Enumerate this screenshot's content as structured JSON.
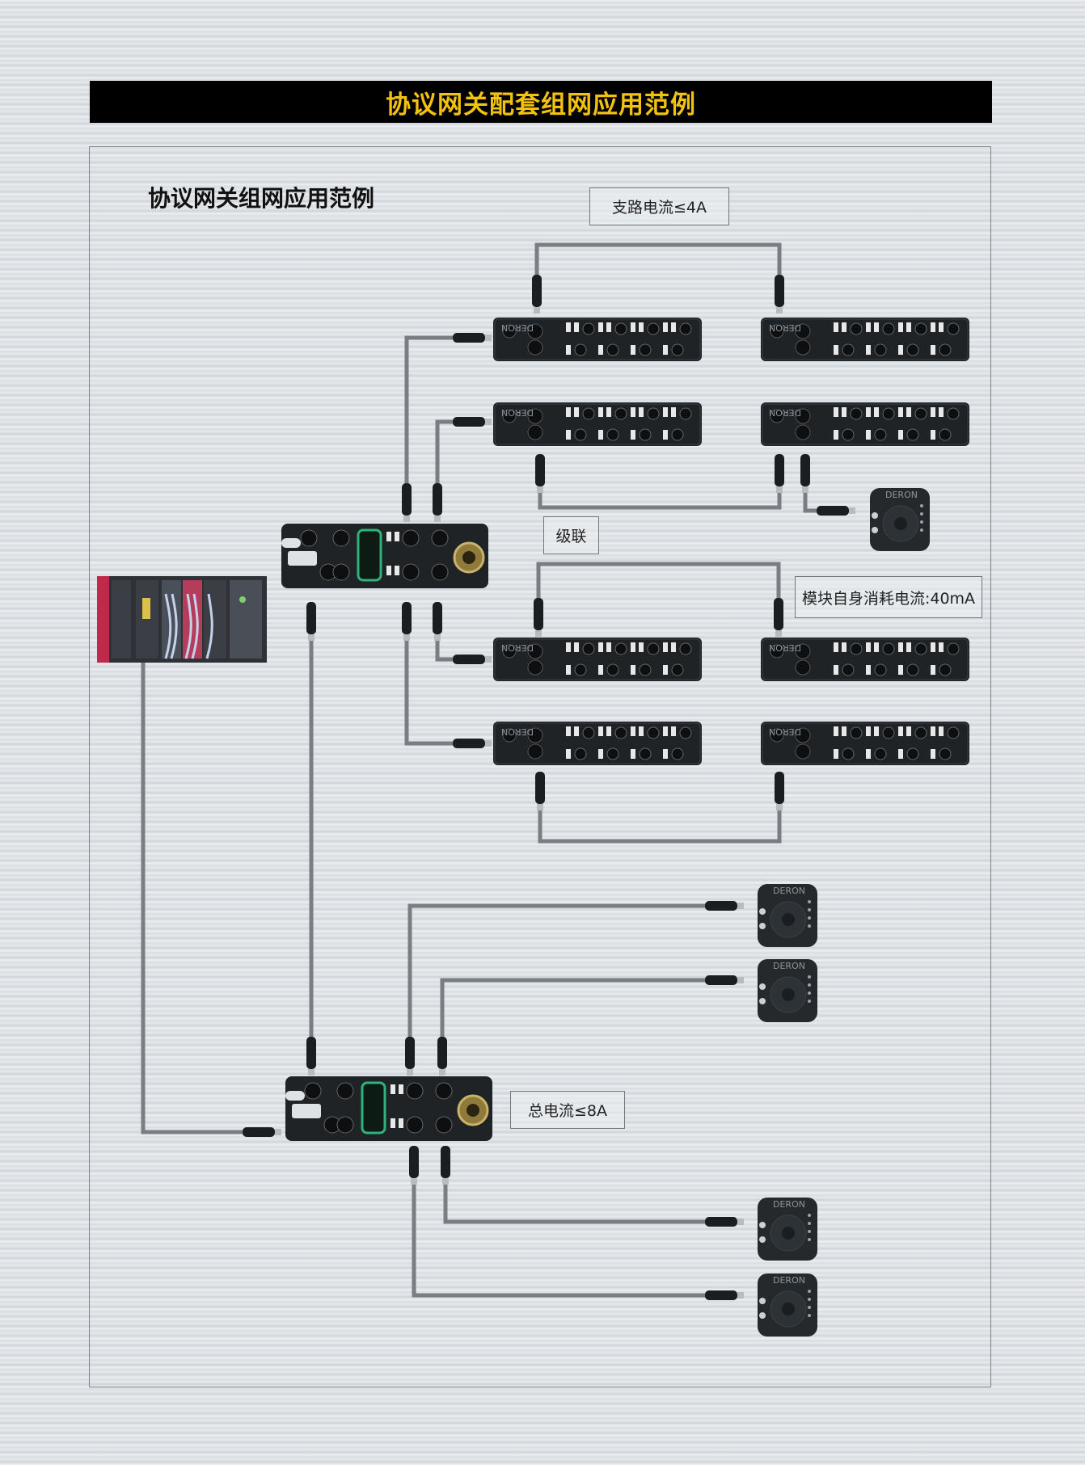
{
  "header": {
    "banner_title": "协议网关配套组网应用范例"
  },
  "diagram": {
    "subtitle": "协议网关组网应用范例",
    "labels": {
      "branch_current": "支路电流≤4A",
      "cascade": "级联",
      "module_current": "模块自身消耗电流:40mA",
      "total_current": "总电流≤8A"
    },
    "brand": "DERON"
  },
  "colors": {
    "banner_bg": "#000000",
    "banner_text": "#f3c20e",
    "cable": "#7a7e82",
    "device": "#1f2326"
  }
}
